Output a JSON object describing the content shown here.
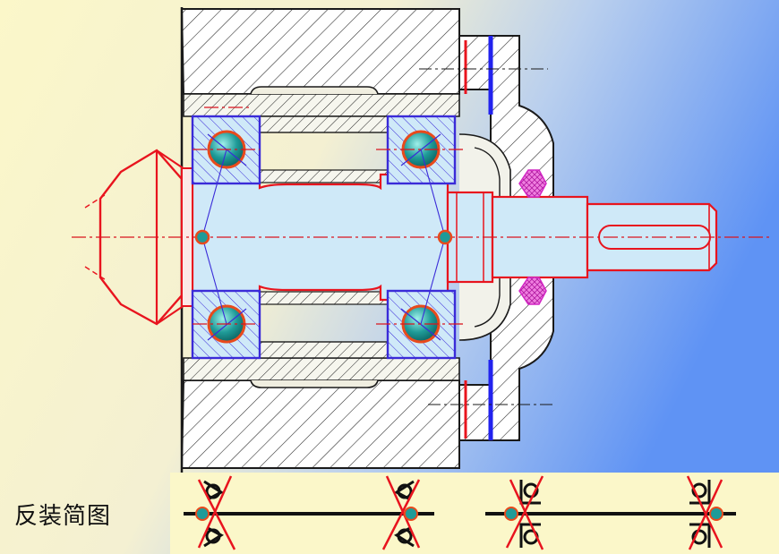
{
  "caption": "反装简图",
  "colors": {
    "outline": "#1a1a1a",
    "hatch": "#222222",
    "part_red": "#e8141e",
    "bearing_blue": "#3a2bd8",
    "shaft_fill": "#cfe9f8",
    "ball_teal": "#1f9b98",
    "ball_rim": "#e84a1c",
    "seal_magenta": "#e23fd0",
    "bg_left": "#fbf7c7",
    "bg_right": "#6a9cf5",
    "centerline": "#d9141e"
  },
  "figure": {
    "main_view": "bearing-shaft-assembly-section",
    "schematics": [
      "back-to-back-schematic",
      "face-to-face-schematic"
    ]
  }
}
